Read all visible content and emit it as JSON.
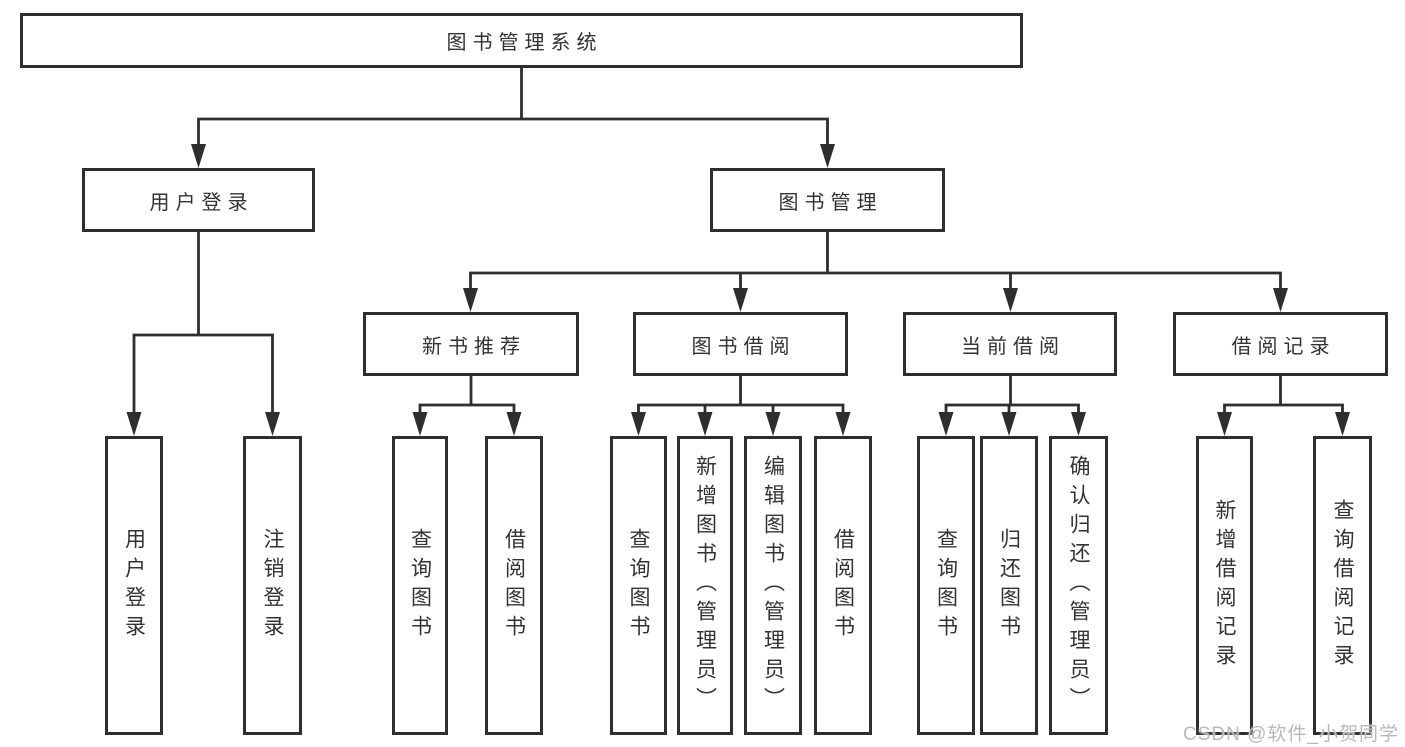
{
  "diagram": {
    "root": {
      "label": "图书管理系统"
    },
    "level2": [
      {
        "label": "用户登录"
      },
      {
        "label": "图书管理"
      }
    ],
    "level3": [
      {
        "label": "新书推荐"
      },
      {
        "label": "图书借阅"
      },
      {
        "label": "当前借阅"
      },
      {
        "label": "借阅记录"
      }
    ],
    "leaves": {
      "a": [
        {
          "label": "用户登录"
        },
        {
          "label": "注销登录"
        }
      ],
      "b": [
        {
          "label": "查询图书"
        },
        {
          "label": "借阅图书"
        }
      ],
      "c": [
        {
          "label": "查询图书"
        },
        {
          "label": "新增图书（管理员）"
        },
        {
          "label": "编辑图书（管理员）"
        },
        {
          "label": "借阅图书"
        }
      ],
      "d": [
        {
          "label": "查询图书"
        },
        {
          "label": "归还图书"
        },
        {
          "label": "确认归还（管理员）"
        }
      ],
      "e": [
        {
          "label": "新增借阅记录"
        },
        {
          "label": "查询借阅记录"
        }
      ]
    },
    "colors": {
      "line": "#2e2e2e",
      "text": "#333333",
      "background": "#ffffff",
      "watermark": "#b9b9b9"
    }
  },
  "watermark": {
    "text": "CSDN @软件_小贺同学"
  }
}
